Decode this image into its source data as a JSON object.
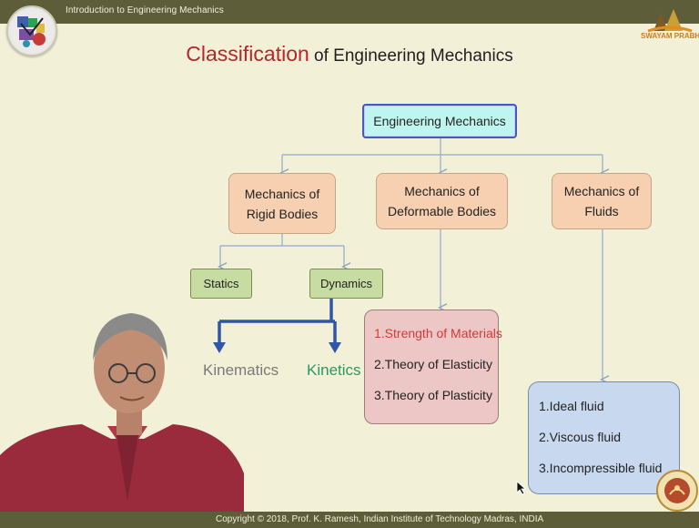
{
  "header": {
    "course_title": "Introduction to Engineering Mechanics"
  },
  "brand": {
    "name": "SWAYAM PRABHA"
  },
  "slide": {
    "title_highlight": "Classification",
    "title_rest": " of Engineering Mechanics",
    "root": "Engineering Mechanics",
    "rigid_line1": "Mechanics of",
    "rigid_line2": "Rigid Bodies",
    "deformable_line1": "Mechanics of",
    "deformable_line2": "Deformable Bodies",
    "fluids_line1": "Mechanics of",
    "fluids_line2": "Fluids",
    "statics": "Statics",
    "dynamics": "Dynamics",
    "kinematics": "Kinematics",
    "kinetics": "Kinetics",
    "deformable_items": [
      "1.Strength of Materials",
      "2.Theory of Elasticity",
      "3.Theory of Plasticity"
    ],
    "fluid_items": [
      "1.Ideal fluid",
      "2.Viscous fluid",
      "3.Incompressible fluid"
    ]
  },
  "footer": {
    "copyright": "Copyright © 2018, Prof. K. Ramesh, Indian Institute of Technology Madras, INDIA"
  },
  "colors": {
    "slide_bg": "#f2f0d7",
    "bar_bg": "#5e5d3a",
    "title_accent": "#b7262c",
    "kinetics": "#2a9a61",
    "kinematics": "#7a7a7a",
    "arrow_blue": "#2f56a9",
    "connector": "#9fb3cf"
  }
}
